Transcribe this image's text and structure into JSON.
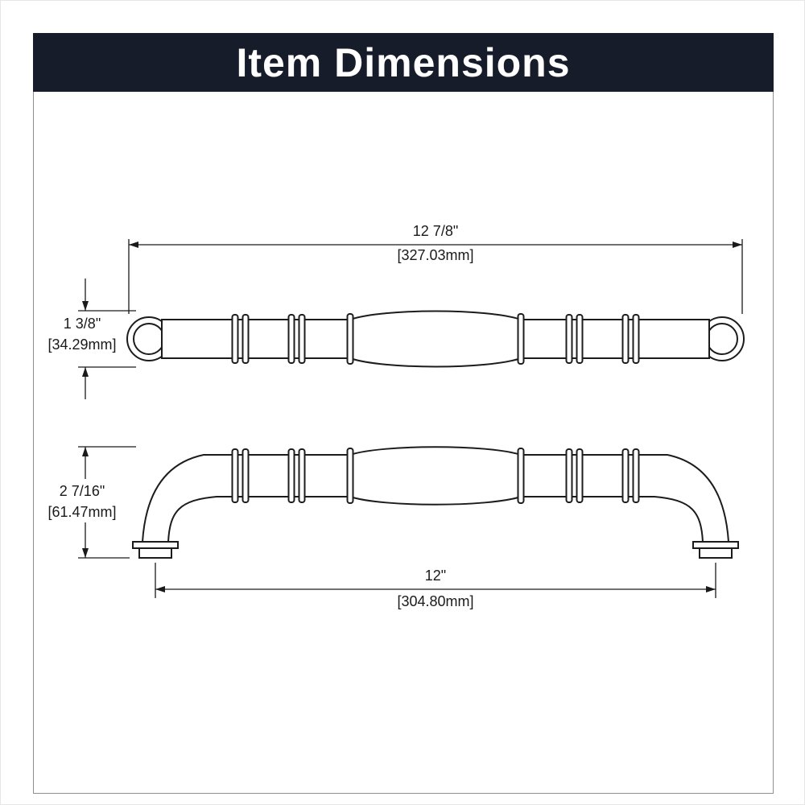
{
  "header": {
    "title": "Item Dimensions",
    "background_color": "#171c2b",
    "text_color": "#ffffff"
  },
  "drawing_line_color": "#1c1c1c",
  "dimensions": {
    "overall_length": {
      "inches": "12 7/8\"",
      "mm": "[327.03mm]"
    },
    "grip_height": {
      "inches": "1 3/8\"",
      "mm": "[34.29mm]"
    },
    "projection": {
      "inches": "2 7/16\"",
      "mm": "[61.47mm]"
    },
    "center_to_center": {
      "inches": "12\"",
      "mm": "[304.80mm]"
    }
  }
}
